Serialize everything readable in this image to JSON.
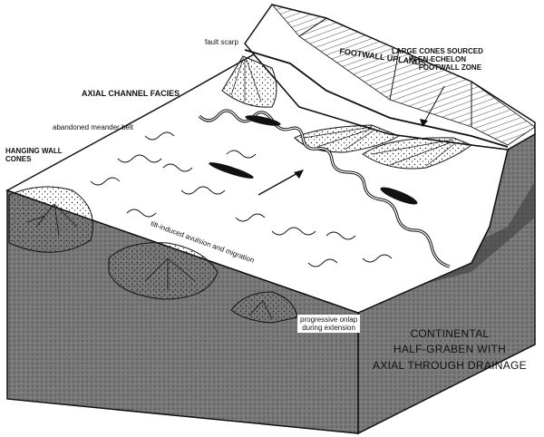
{
  "labels": {
    "fault_scarp": "fault scarp",
    "footwall_uplands": "FOOTWALL UPLANDS",
    "large_cones_1": "LARGE CONES SOURCED",
    "large_cones_2": "IN EN-ECHELON",
    "large_cones_3": "FOOTWALL ZONE",
    "axial_channel": "AXIAL CHANNEL FACIES",
    "abandoned_meander": "abandoned meander belt",
    "hanging_wall_1": "HANGING WALL",
    "hanging_wall_2": "CONES",
    "tilt_induced": "tilt-induced avulsion and migration",
    "onlap_1": "progressive onlap",
    "onlap_2": "during extension",
    "title_1": "CONTINENTAL",
    "title_2": "HALF-GRABEN WITH",
    "title_3": "AXIAL THROUGH DRAINAGE"
  },
  "colors": {
    "ink": "#111111",
    "side_fill": "#6b6b6b",
    "surface": "#ffffff"
  }
}
